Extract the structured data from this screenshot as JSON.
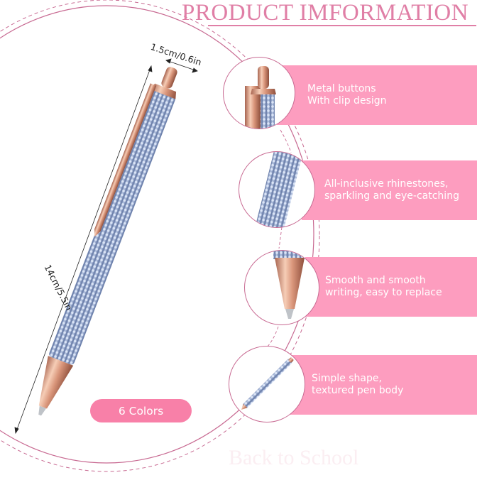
{
  "header": {
    "title": "PRODUCT IMFORMATION"
  },
  "dimensions": {
    "width_label": "1.5cm/0.6in",
    "length_label": "14cm/5.5in"
  },
  "product": {
    "color_count_label": "6 Colors",
    "body_color": "#8fa3c9",
    "metal_color": "#d9957a"
  },
  "features": [
    {
      "line1": "Metal buttons",
      "line2": "With clip design",
      "icon": "pen-top-button-closeup"
    },
    {
      "line1": "All-inclusive rhinestones,",
      "line2": "sparkling and eye-catching",
      "icon": "rhinestone-body-closeup"
    },
    {
      "line1": "Smooth and smooth",
      "line2": "writing, easy to replace",
      "icon": "pen-tip-closeup"
    },
    {
      "line1": "Simple shape,",
      "line2": "textured pen body",
      "icon": "full-pen-thumbnail"
    }
  ],
  "watermark": {
    "text": "Back to School"
  },
  "colors": {
    "accent_pink": "#fd9dbf",
    "title_pink": "#e07fa6",
    "pill_pink": "#f880a8",
    "arc_pink": "#c86a92"
  }
}
